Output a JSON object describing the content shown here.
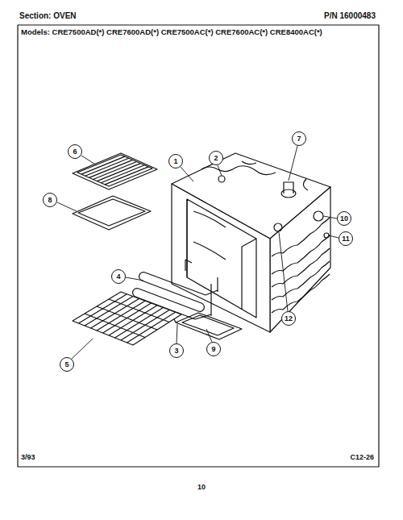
{
  "diagram": {
    "nodes": [
      {
        "text": [
          "7"
        ]
      },
      {
        "text": [
          "6"
        ]
      },
      {
        "text": [
          "2"
        ]
      },
      {
        "text": [
          "1"
        ]
      },
      {
        "text": [
          "8"
        ]
      },
      {
        "text": [
          "10"
        ]
      },
      {
        "text": [
          "11"
        ]
      },
      {
        "text": [
          "4"
        ]
      },
      {
        "text": [
          "12"
        ]
      },
      {
        "text": [
          "9"
        ]
      },
      {
        "text": [
          "3"
        ]
      },
      {
        "text": [
          "5"
        ]
      }
    ],
    "edges": [],
    "labels": [
      "Section: OVEN",
      "P/N 16000483",
      "Models: CRE7500AD(*) CRE7600AD(*) CRE7500AC(*) CRE7600AC(*) CRE8400AC(*)",
      "3/93",
      "C12-26",
      "10"
    ]
  }
}
